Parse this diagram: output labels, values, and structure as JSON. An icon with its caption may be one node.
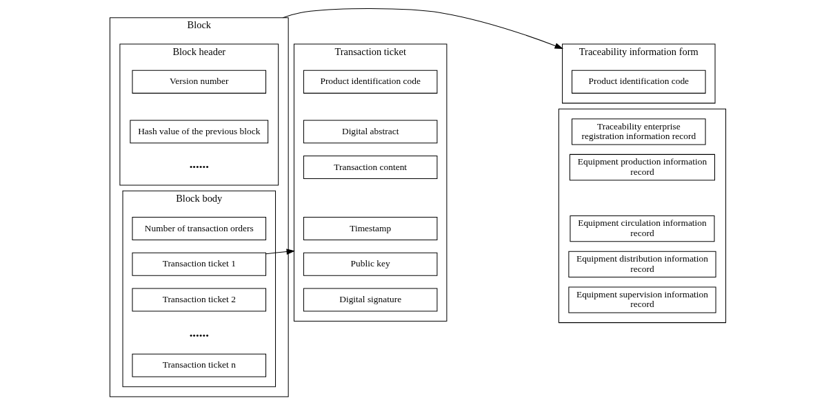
{
  "diagram": {
    "nodes": [
      {
        "text": [
          "Block"
        ]
      },
      {
        "text": [
          "Block header"
        ],
        "in": 0
      },
      {
        "text": [
          "Version number"
        ],
        "in": 1
      },
      {
        "text": [
          "Hash value of the previous block"
        ],
        "in": 1
      },
      {
        "text": [
          "Block body"
        ],
        "in": 0
      },
      {
        "text": [
          "Number of transaction orders"
        ],
        "in": 4
      },
      {
        "text": [
          "Transaction ticket 1"
        ],
        "in": 4
      },
      {
        "text": [
          "Transaction ticket 2"
        ],
        "in": 4
      },
      {
        "text": [
          "Transaction ticket n"
        ],
        "in": 4
      },
      {
        "text": [
          "Transaction ticket"
        ]
      },
      {
        "text": [
          "Product identification code"
        ],
        "in": 9
      },
      {
        "text": [
          "Digital abstract"
        ],
        "in": 9
      },
      {
        "text": [
          "Transaction content"
        ],
        "in": 9
      },
      {
        "text": [
          "Timestamp"
        ],
        "in": 9
      },
      {
        "text": [
          "Public key"
        ],
        "in": 9
      },
      {
        "text": [
          "Digital signature"
        ],
        "in": 9
      },
      {
        "text": [
          "Traceability information form"
        ]
      },
      {
        "text": [
          "Product identification code"
        ],
        "in": 16
      },
      {
        "text": [],
        "shape": "box"
      },
      {
        "text": [
          "Traceability enterprise registration information record"
        ],
        "in": 18
      },
      {
        "text": [
          "Equipment production information record"
        ],
        "in": 18
      },
      {
        "text": [
          "Equipment circulation information record"
        ],
        "in": 18
      },
      {
        "text": [
          "Equipment distribution information record"
        ],
        "in": 18
      },
      {
        "text": [
          "Equipment supervision information record"
        ],
        "in": 18
      }
    ],
    "edges": [
      {
        "from": 0,
        "to": 16,
        "arrow": "to"
      },
      {
        "from": 6,
        "to": 9,
        "arrow": "to"
      }
    ],
    "labels": [
      "••••••",
      "••••••"
    ]
  }
}
